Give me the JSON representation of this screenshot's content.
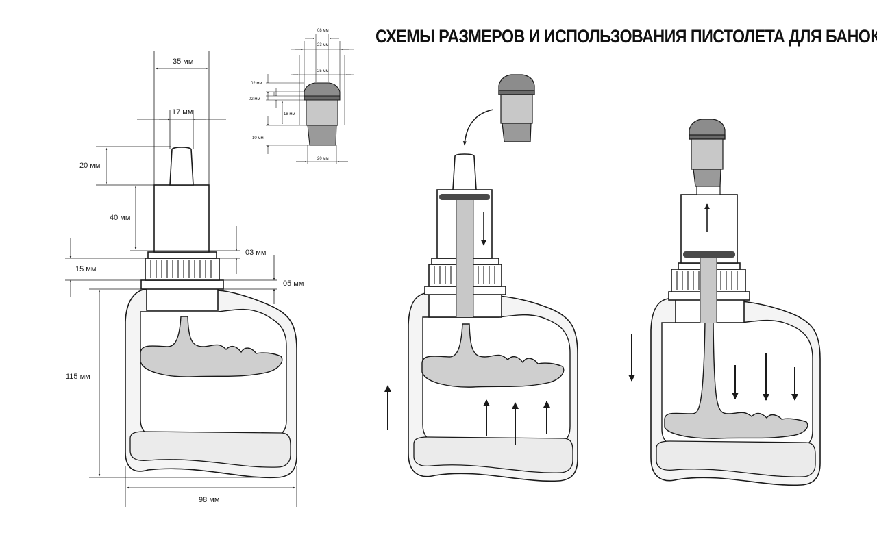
{
  "title": "СХЕМЫ РАЗМЕРОВ И ИСПОЛЬЗОВАНИЯ ПИСТОЛЕТА ДЛЯ БАНОК",
  "colors": {
    "line": "#1a1a1a",
    "fill_light": "#ebebeb",
    "fill_mid": "#c8c8c8",
    "fill_dark": "#8c8c8c",
    "band": "#4a4a4a"
  },
  "bottle_dimensions": {
    "d35": "35 мм",
    "d17": "17 мм",
    "d20": "20 мм",
    "d40": "40 мм",
    "d03": "03 мм",
    "d15": "15 мм",
    "d05": "05 мм",
    "d115": "115 мм",
    "d98": "98 мм"
  },
  "cap_dimensions": {
    "d08": "08 мм",
    "d23": "23 мм",
    "d25": "25 мм",
    "d02a": "02 мм",
    "d02b": "02 мм",
    "d18": "18 мм",
    "d10": "10 мм",
    "d20": "20 мм"
  }
}
